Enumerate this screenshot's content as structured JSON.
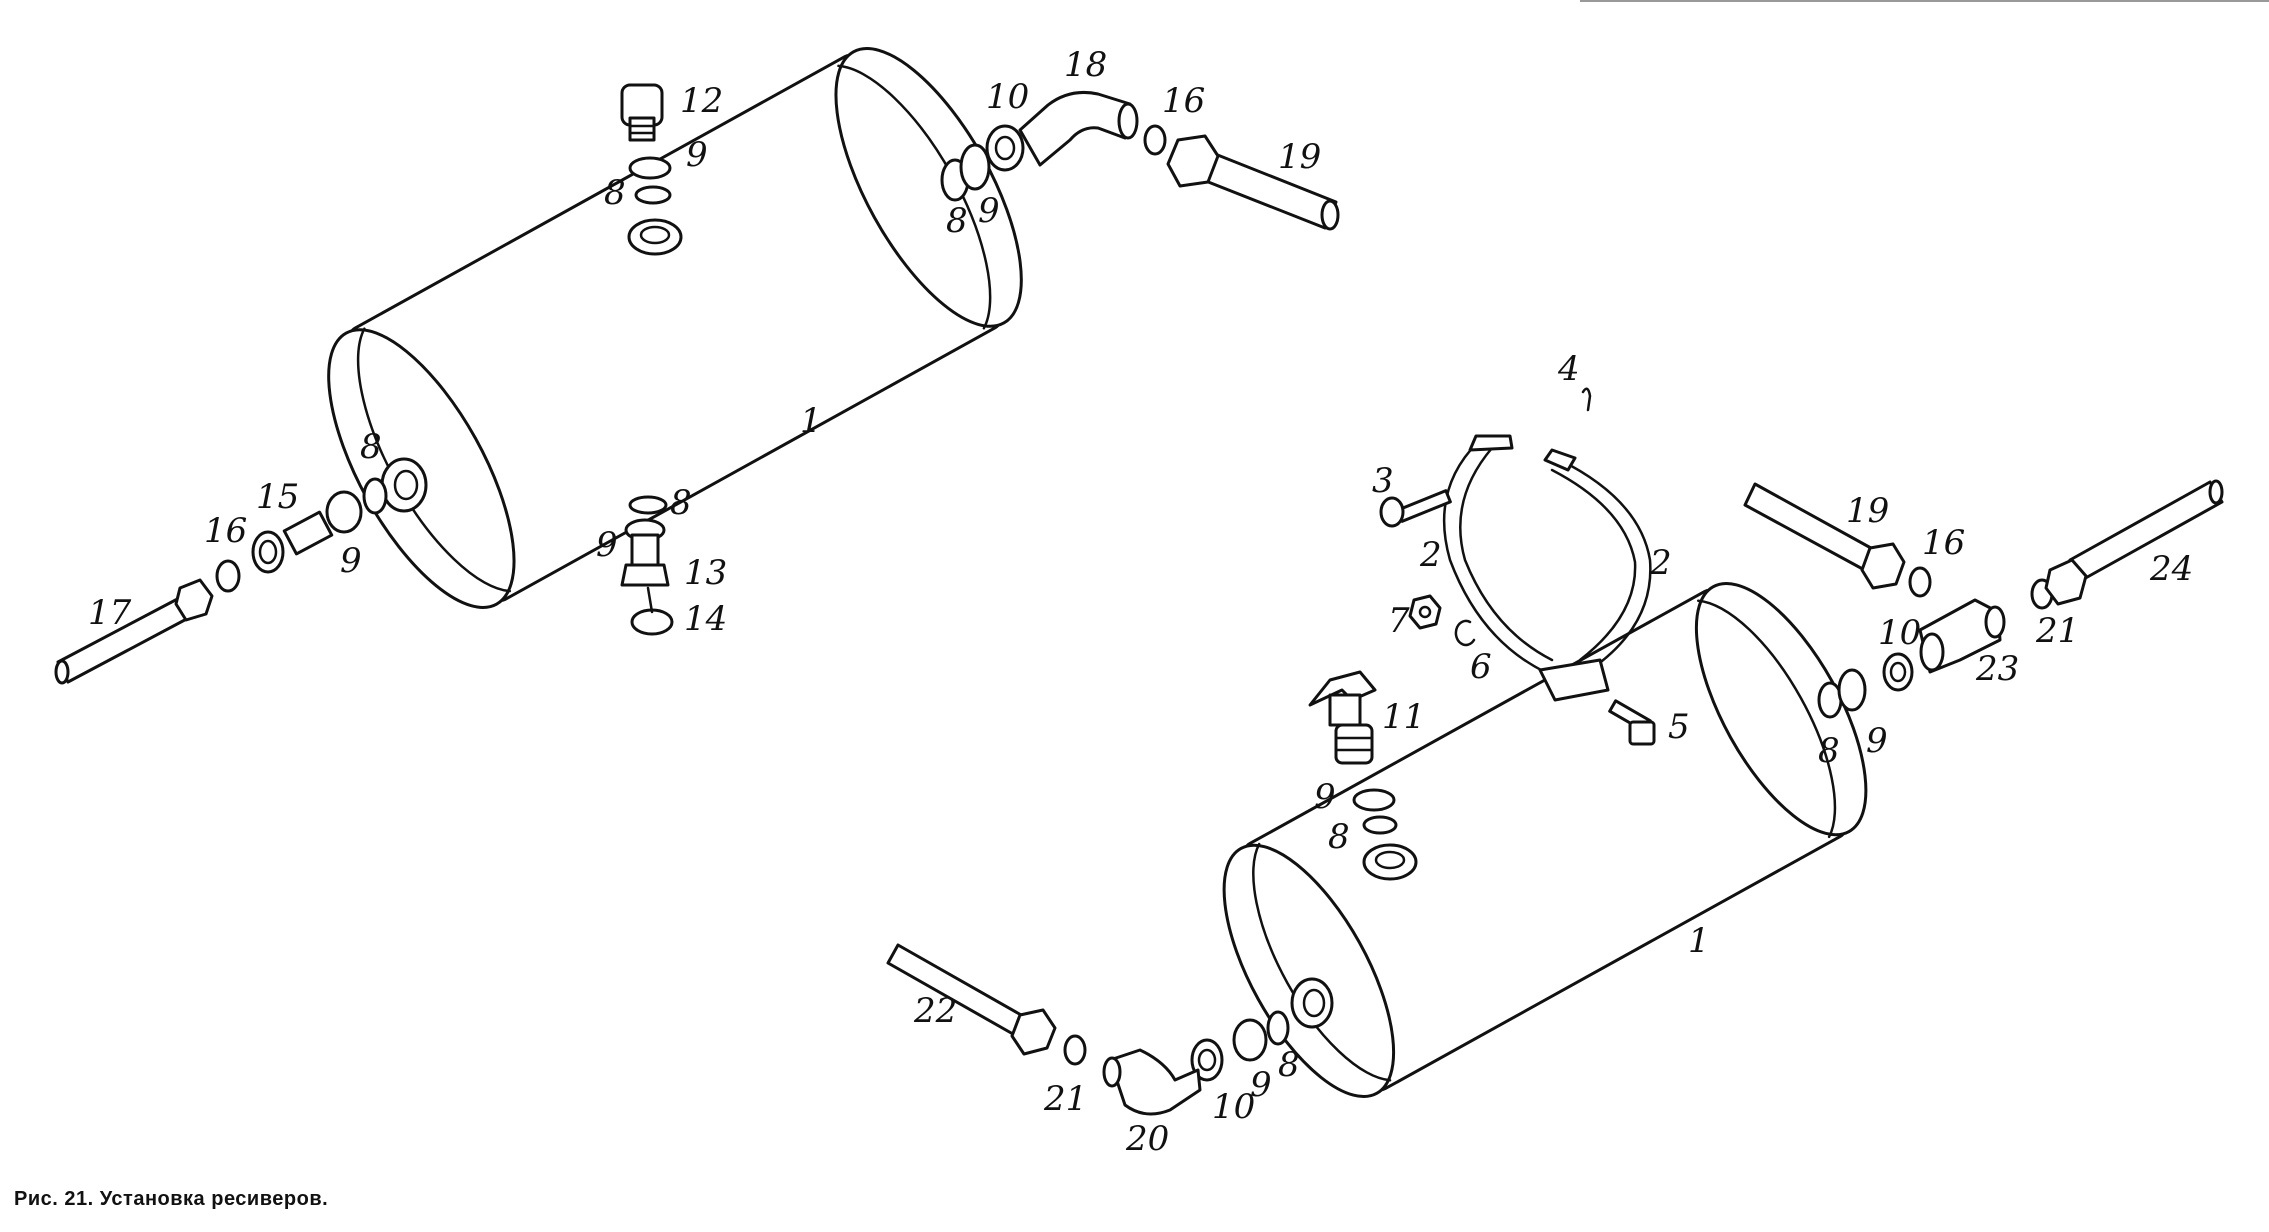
{
  "caption": "Рис. 21. Установка ресиверов.",
  "callouts": {
    "tank_top": "1",
    "tank_bottom": "1",
    "clamp_left": "2",
    "clamp_right": "2",
    "bolt": "3",
    "cotter": "4",
    "screw": "5",
    "washer": "6",
    "nut": "7",
    "c8a": "8",
    "c8b": "8",
    "c8c": "8",
    "c8d": "8",
    "c8e": "8",
    "c8f": "8",
    "c8g": "8",
    "c9a": "9",
    "c9b": "9",
    "c9c": "9",
    "c9d": "9",
    "c9e": "9",
    "c9f": "9",
    "c9g": "9",
    "c10a": "10",
    "c10b": "10",
    "c10c": "10",
    "valve": "11",
    "plug": "12",
    "drain": "13",
    "ring": "14",
    "union": "15",
    "c16a": "16",
    "c16b": "16",
    "c16c": "16",
    "pipe17": "17",
    "elbow18": "18",
    "pipe19a": "19",
    "pipe19b": "19",
    "elbow20": "20",
    "c21a": "21",
    "c21b": "21",
    "pipe22": "22",
    "tee23": "23",
    "pipe24": "24"
  }
}
